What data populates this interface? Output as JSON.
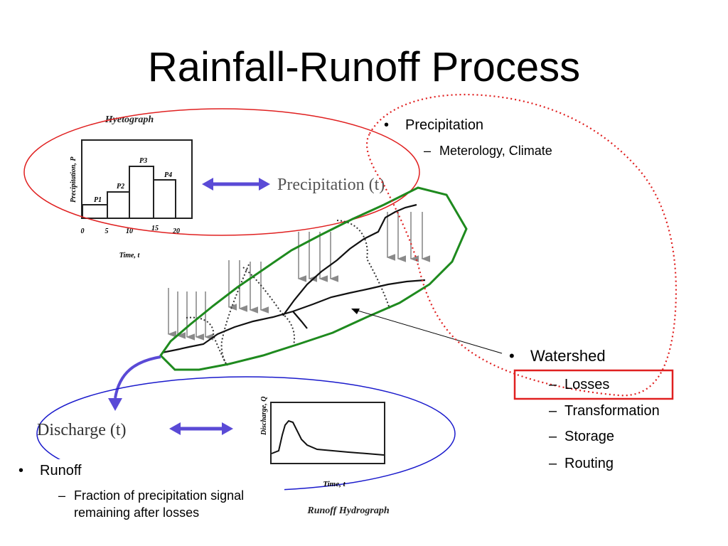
{
  "slide": {
    "title": "Rainfall-Runoff Process"
  },
  "hyetograph": {
    "title": "Hyetograph",
    "ylabel": "Precipitation, P",
    "xlabel": "Time, t",
    "xticks": [
      "0",
      "5",
      "10",
      "15",
      "20"
    ],
    "bar_labels": [
      "P1",
      "P2",
      "P3",
      "P4"
    ]
  },
  "hydrograph": {
    "title": "Runoff Hydrograph",
    "ylabel": "Discharge, Q",
    "xlabel": "Time, t"
  },
  "labels": {
    "precipitation_t": "Precipitation (t)",
    "discharge_t": "Discharge (t)"
  },
  "bullets": {
    "precipitation": {
      "head": "Precipitation",
      "sub": "Meterology, Climate"
    },
    "watershed": {
      "head": "Watershed",
      "subs": [
        "Losses",
        "Transformation",
        "Storage",
        "Routing"
      ]
    },
    "runoff": {
      "head": "Runoff",
      "sub": "Fraction of precipitation signal remaining after losses"
    }
  },
  "colors": {
    "red_ellipse": "#e02020",
    "blue_ellipse": "#1a1acc",
    "watershed_outline": "#1e8a1e",
    "arrow": "#5a4ad6",
    "dotted_boundary": "#e02020",
    "highlight_box": "#e02020"
  }
}
